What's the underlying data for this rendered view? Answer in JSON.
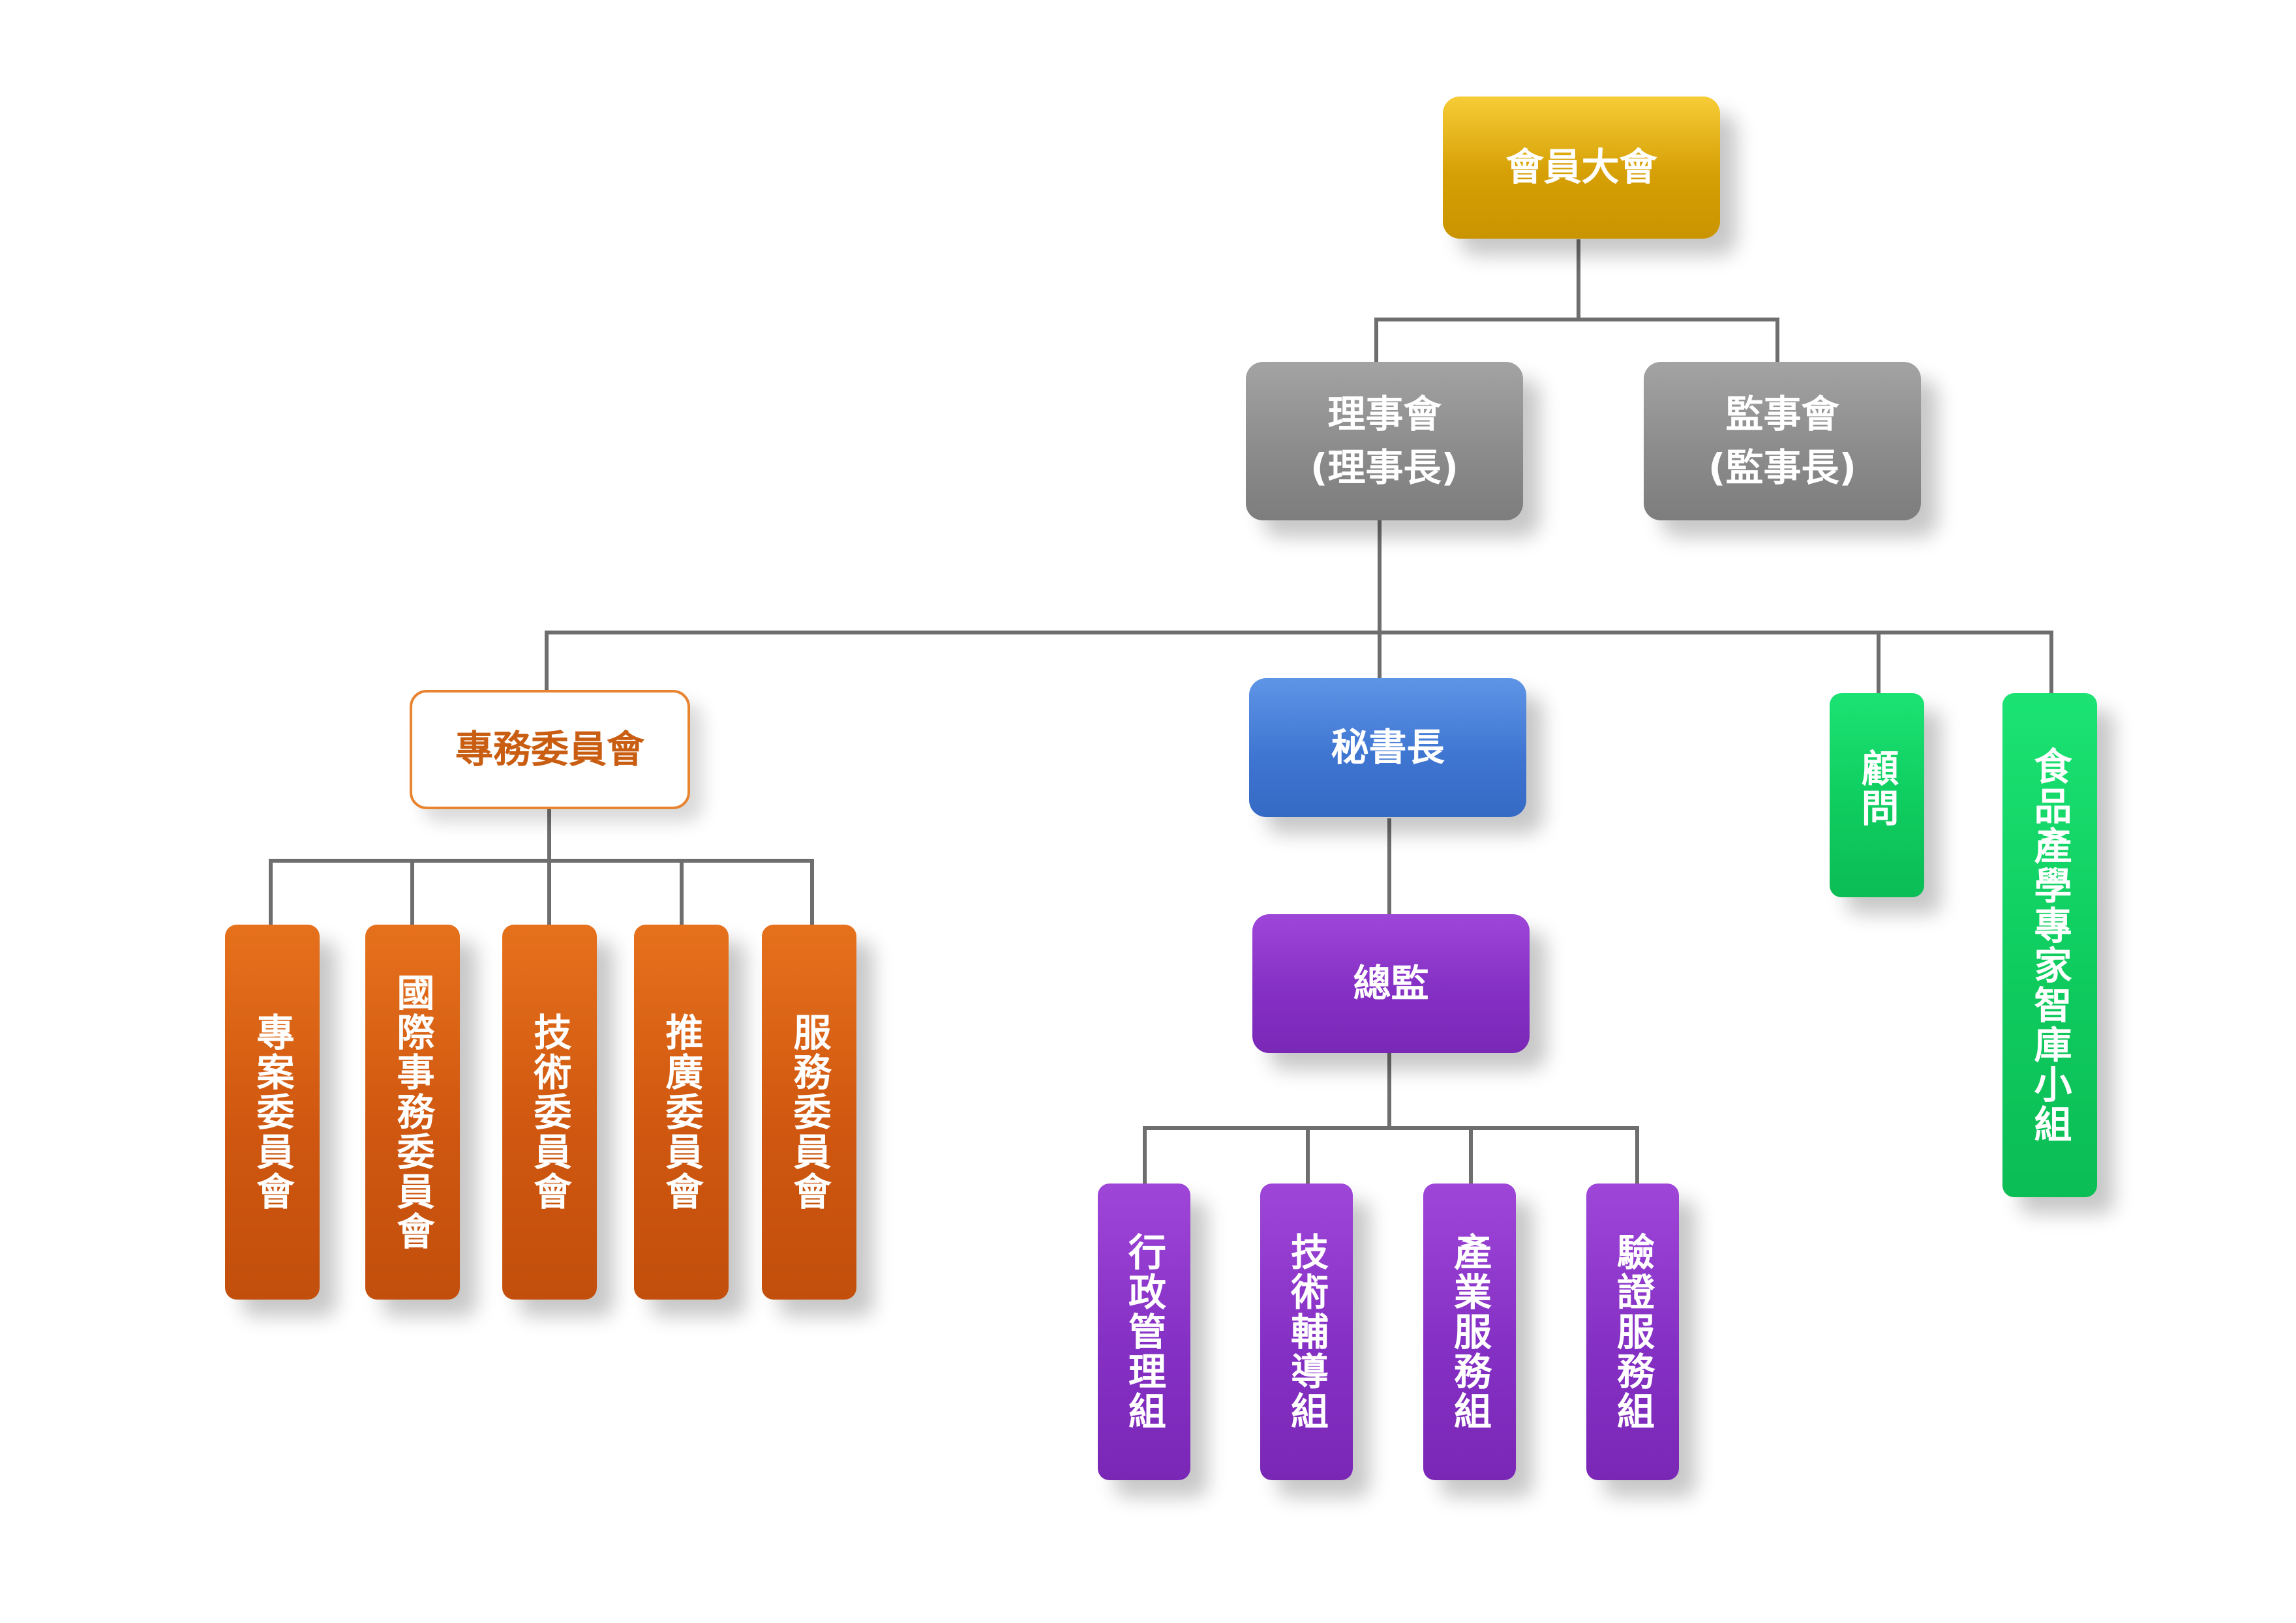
{
  "assembly": "會員大會",
  "board": {
    "line1": "理事會",
    "line2": "(理事長)"
  },
  "supervisors": {
    "line1": "監事會",
    "line2": "(監事長)"
  },
  "committees": {
    "title": "專務委員會",
    "items": [
      "專案委員會",
      "國際事務委員會",
      "技術委員會",
      "推廣委員會",
      "服務委員會"
    ]
  },
  "secretary_general": "秘書長",
  "director": "總監",
  "groups": [
    "行政管理組",
    "技術輔導組",
    "產業服務組",
    "驗證服務組"
  ],
  "advisor": "顧問",
  "think_tank": "食品產學專家智庫小組"
}
